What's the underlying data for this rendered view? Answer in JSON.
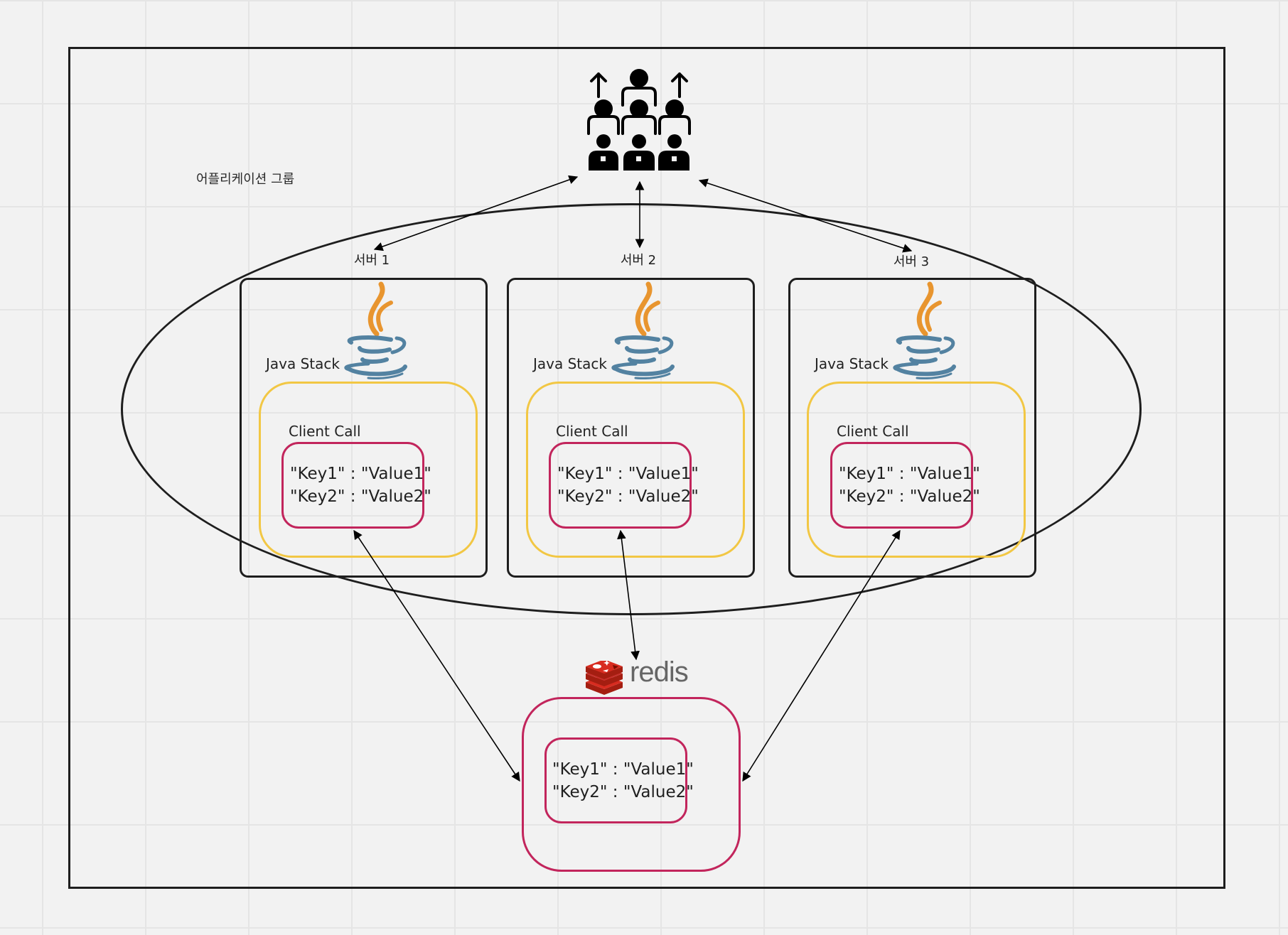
{
  "diagram": {
    "group_label": "어플리케이션 그룹",
    "users_icon": "users-group-icon",
    "servers": [
      {
        "label": "서버 1",
        "stack_label": "Java Stack",
        "stack_icon": "java-icon",
        "client_label": "Client Call",
        "entries": [
          "\"Key1\" : \"Value1\"",
          "\"Key2\" : \"Value2\""
        ]
      },
      {
        "label": "서버 2",
        "stack_label": "Java Stack",
        "stack_icon": "java-icon",
        "client_label": "Client Call",
        "entries": [
          "\"Key1\" : \"Value1\"",
          "\"Key2\" : \"Value2\""
        ]
      },
      {
        "label": "서버 3",
        "stack_label": "Java Stack",
        "stack_icon": "java-icon",
        "client_label": "Client Call",
        "entries": [
          "\"Key1\" : \"Value1\"",
          "\"Key2\" : \"Value2\""
        ]
      }
    ],
    "redis": {
      "logo_text": "redis",
      "logo_icon": "redis-icon",
      "entries": [
        "\"Key1\" : \"Value1\"",
        "\"Key2\" : \"Value2\""
      ]
    },
    "connections": [
      {
        "from": "users",
        "to": "서버 1",
        "type": "bidirectional"
      },
      {
        "from": "users",
        "to": "서버 2",
        "type": "bidirectional"
      },
      {
        "from": "users",
        "to": "서버 3",
        "type": "bidirectional"
      },
      {
        "from": "서버 1 Client Call",
        "to": "redis",
        "type": "bidirectional"
      },
      {
        "from": "서버 2 Client Call",
        "to": "redis",
        "type": "bidirectional"
      },
      {
        "from": "서버 3 Client Call",
        "to": "redis",
        "type": "bidirectional"
      }
    ],
    "colors": {
      "background": "#f2f2f2",
      "grid": "#e5e5e5",
      "stroke": "#1e1e1e",
      "client_call_border": "#f2c744",
      "cache_border": "#c2255c",
      "java_orange": "#e8952f",
      "java_blue": "#5382a1",
      "redis_red": "#c6302b",
      "redis_text": "#666666"
    }
  }
}
